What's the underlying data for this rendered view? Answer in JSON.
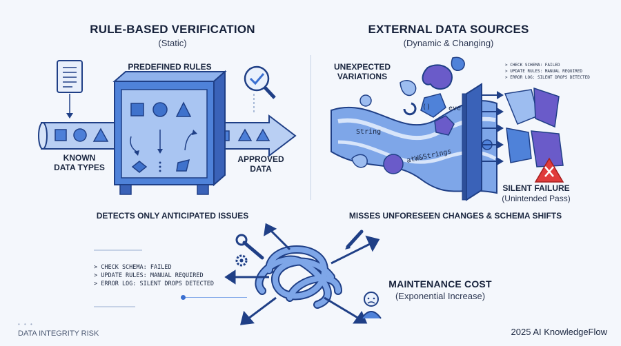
{
  "left": {
    "title": "RULE-BASED VERIFICATION",
    "subtitle": "(Static)",
    "rules_label": "PREDEFINED RULES",
    "input_label_line1": "KNOWN",
    "input_label_line2": "DATA TYPES",
    "output_label_line1": "APPROVED",
    "output_label_line2": "DATA",
    "caption": "DETECTS ONLY ANTICIPATED ISSUES"
  },
  "right": {
    "title": "EXTERNAL DATA SOURCES",
    "subtitle": "(Dynamic & Changing)",
    "variations_line1": "UNEXPECTED",
    "variations_line2": "VARIATIONS",
    "code_tokens": [
      "String",
      "eve(",
      "()",
      "atW&Strings"
    ],
    "log_lines": [
      "> CHECK SCHEMA: FAILED",
      "> UPDATE RULES: MANUAL REQUIRED",
      "> ERROR LOG: SILENT DROPS DETECTED"
    ],
    "failure_title": "SILENT FAILURE",
    "failure_subtitle": "(Unintended Pass)",
    "caption": "MISSES UNFORESEEN CHANGES & SCHEMA SHIFTS"
  },
  "bottom": {
    "log_lines": [
      "> CHECK SCHEMA: FAILED",
      "> UPDATE RULES: MANUAL REQUIRED",
      "> ERROR LOG: SILENT DROPS DETECTED"
    ],
    "maintenance_title": "MAINTENANCE COST",
    "maintenance_subtitle": "(Exponential Increase)"
  },
  "footer": {
    "left": "DATA INTEGRITY RISK",
    "right": "2025 AI KnowledgeFlow"
  },
  "colors": {
    "accent": "#3a6fd0",
    "accent_dark": "#1f3f86",
    "accent_light": "#9dbdf0",
    "purple": "#6a5bc9",
    "error": "#e03b3b"
  },
  "icons": [
    "document-icon",
    "magnifier-check-icon",
    "warning-icon",
    "wrench-icon",
    "gear-icon",
    "pencil-icon",
    "worried-person-icon"
  ]
}
